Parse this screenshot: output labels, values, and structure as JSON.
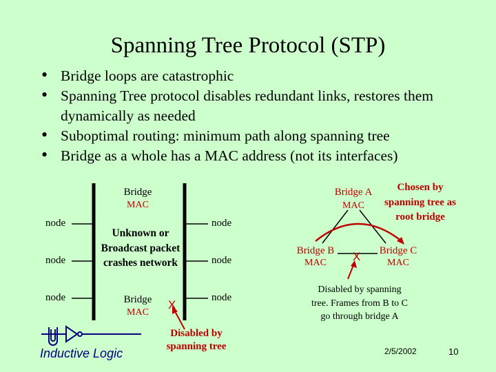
{
  "title": "Spanning Tree Protocol (STP)",
  "bullets": [
    "Bridge loops are catastrophic",
    "Spanning Tree protocol disables redundant links, restores them dynamically as needed",
    "Suboptimal routing: minimum path along spanning tree",
    "Bridge as a whole has a MAC address (not its interfaces)"
  ],
  "left_diagram": {
    "bridge_top": "Bridge",
    "mac_top": "MAC",
    "nodes_left": [
      "node",
      "node",
      "node"
    ],
    "nodes_right": [
      "node",
      "node",
      "node"
    ],
    "center_text": "Unknown or Broadcast packet crashes network",
    "bridge_bottom": "Bridge",
    "mac_bottom": "MAC",
    "x_mark": "X",
    "disabled_label": "Disabled by spanning tree"
  },
  "right_diagram": {
    "bridge_a": "Bridge A",
    "mac_a": "MAC",
    "bridge_b": "Bridge B",
    "mac_b": "MAC",
    "bridge_c": "Bridge C",
    "mac_c": "MAC",
    "x_mark": "X",
    "root_note": "Chosen by spanning tree as root bridge",
    "disabled_note": "Disabled by spanning tree. Frames from B to C go through bridge A"
  },
  "footer": {
    "logo_text": "Inductive Logic",
    "date": "2/5/2002",
    "page": "10"
  },
  "colors": {
    "background": "#ccffcc",
    "accent_red": "#c00000",
    "line": "#000000",
    "logo_blue": "#000080"
  }
}
